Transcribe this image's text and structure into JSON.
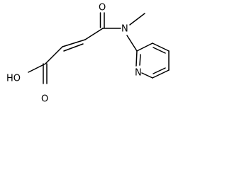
{
  "molecule": {
    "atoms": {
      "carbonyl_oxygen_top": "O",
      "amide_nitrogen": "N",
      "hydroxyl": "HO",
      "carbonyl_oxygen_bottom": "O",
      "pyridine_nitrogen": "N"
    }
  }
}
